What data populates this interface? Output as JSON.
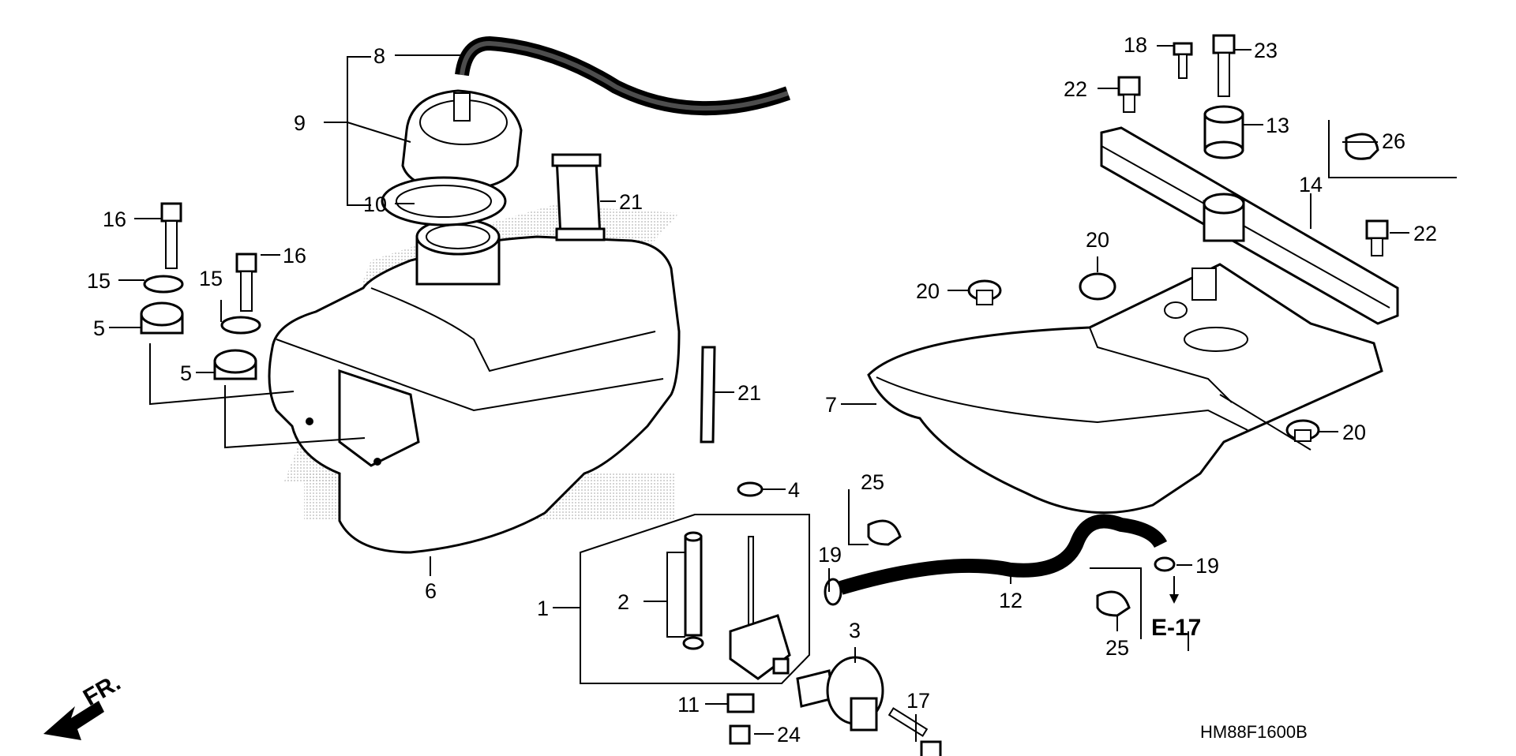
{
  "labels": {
    "l1": "1",
    "l2": "2",
    "l3": "3",
    "l4": "4",
    "l5a": "5",
    "l5b": "5",
    "l6": "6",
    "l7": "7",
    "l8": "8",
    "l9": "9",
    "l10": "10",
    "l11": "11",
    "l12": "12",
    "l13": "13",
    "l14": "14",
    "l15a": "15",
    "l15b": "15",
    "l16a": "16",
    "l16b": "16",
    "l17": "17",
    "l18": "18",
    "l19a": "19",
    "l19b": "19",
    "l20a": "20",
    "l20b": "20",
    "l20c": "20",
    "l21a": "21",
    "l21b": "21",
    "l22a": "22",
    "l22b": "22",
    "l23": "23",
    "l24": "24",
    "l25a": "25",
    "l25b": "25",
    "l26": "26"
  },
  "ref": "E-17",
  "direction": "FR.",
  "diagram_code": "HM88F1600B",
  "colors": {
    "ink": "#000000",
    "background": "#ffffff",
    "watermark": "#c8c8c8"
  }
}
